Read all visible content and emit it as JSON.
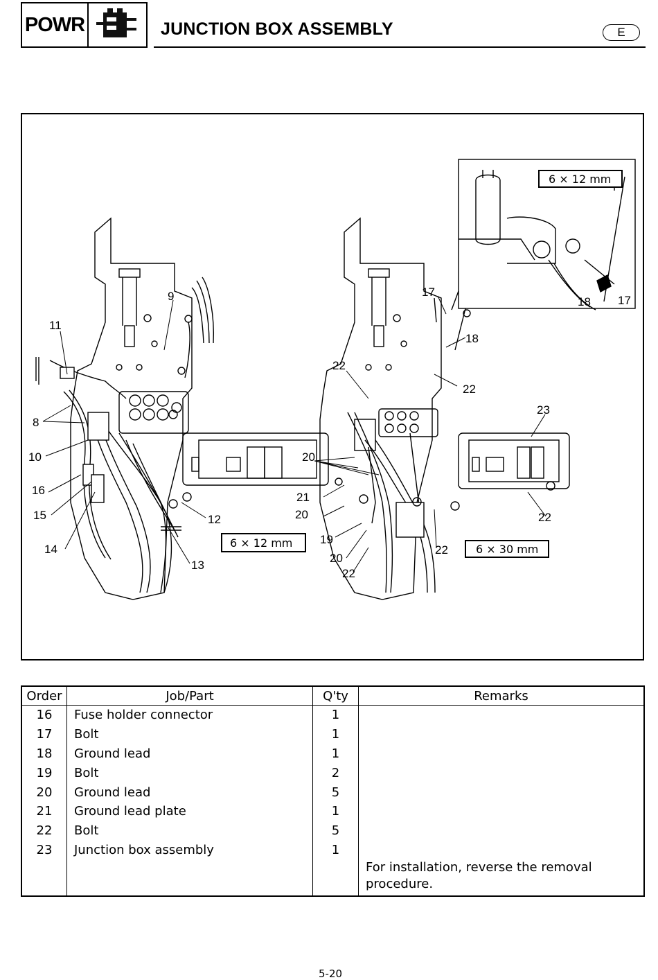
{
  "header": {
    "section_code": "POWR",
    "section_icon": "electrical-component-icon",
    "title": "JUNCTION BOX ASSEMBLY",
    "language_badge": "E"
  },
  "figure": {
    "callouts": [
      "9",
      "11",
      "8",
      "10",
      "16",
      "15",
      "14",
      "12",
      "13",
      "17",
      "18",
      "22",
      "22",
      "23",
      "20",
      "21",
      "20",
      "19",
      "20",
      "22",
      "22",
      "22",
      "18",
      "17"
    ],
    "specs": {
      "left_bolt": "6 × 12 mm",
      "right_bolt": "6 × 30 mm",
      "inset_bolt": "6 × 12 mm"
    }
  },
  "table": {
    "headers": [
      "Order",
      "Job/Part",
      "Q'ty",
      "Remarks"
    ],
    "rows": [
      {
        "order": "16",
        "part": "Fuse holder connector",
        "qty": "1",
        "remarks": ""
      },
      {
        "order": "17",
        "part": "Bolt",
        "qty": "1",
        "remarks": ""
      },
      {
        "order": "18",
        "part": "Ground lead",
        "qty": "1",
        "remarks": ""
      },
      {
        "order": "19",
        "part": "Bolt",
        "qty": "2",
        "remarks": ""
      },
      {
        "order": "20",
        "part": "Ground lead",
        "qty": "5",
        "remarks": ""
      },
      {
        "order": "21",
        "part": "Ground lead plate",
        "qty": "1",
        "remarks": ""
      },
      {
        "order": "22",
        "part": "Bolt",
        "qty": "5",
        "remarks": ""
      },
      {
        "order": "23",
        "part": "Junction box assembly",
        "qty": "1",
        "remarks": ""
      },
      {
        "order": "",
        "part": "",
        "qty": "",
        "remarks": "For installation, reverse the removal procedure."
      }
    ]
  },
  "footer": {
    "page_number": "5-20"
  }
}
